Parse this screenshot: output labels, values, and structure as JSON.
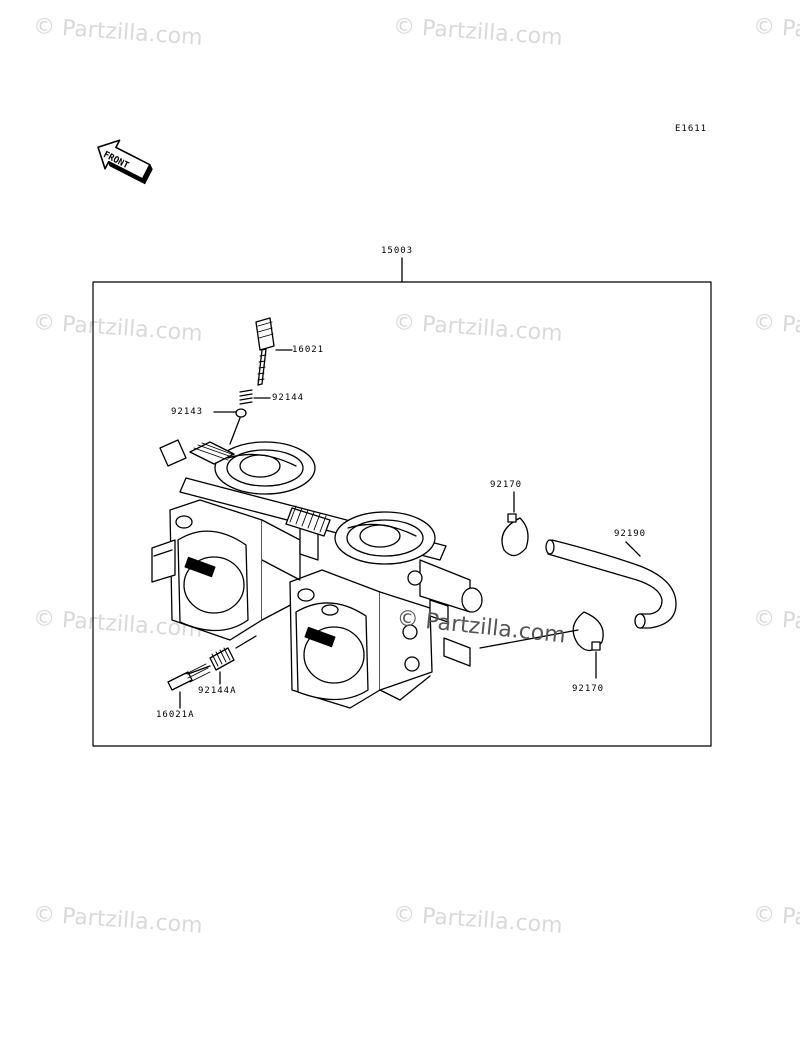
{
  "diagram_code": "E1611",
  "front_label": "FRONT",
  "watermark": "© Partzilla.com",
  "assembly": {
    "label": "15003"
  },
  "callouts": {
    "p16021": "16021",
    "p92144": "92144",
    "p92143": "92143",
    "p92170_top": "92170",
    "p92190": "92190",
    "p92170_bottom": "92170",
    "p92144A": "92144A",
    "p16021A": "16021A"
  },
  "colors": {
    "line": "#000000",
    "watermark": "#d9d9d9",
    "paper": "#ffffff"
  }
}
